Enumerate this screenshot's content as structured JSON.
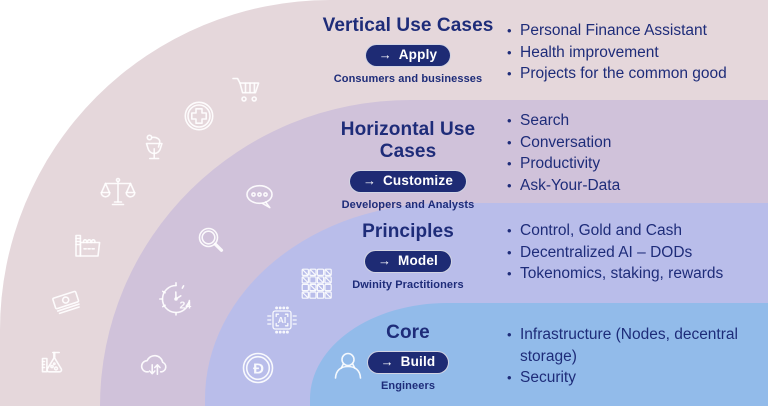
{
  "diagram": {
    "palette": {
      "text_navy": "#1e2c79",
      "pill_navy": "#1e2b74",
      "icon_white": "#ffffff"
    },
    "layers": [
      {
        "name": "vertical-use-cases",
        "title": "Vertical Use Cases",
        "arrow": "→",
        "action": "Apply",
        "audience": "Consumers and businesses",
        "color": "#e5d7db",
        "bullets": [
          "Personal Finance Assistant",
          "Health improvement",
          "Projects for the common good"
        ],
        "icons": [
          "shopping-cart",
          "medical-cross",
          "pharmacy-snake-cup",
          "justice-scales",
          "factory",
          "banknote-stack",
          "chemistry-flask"
        ]
      },
      {
        "name": "horizontal-use-cases",
        "title": "Horizontal Use Cases",
        "arrow": "→",
        "action": "Customize",
        "audience": "Developers and Analysts",
        "color": "#d0c2da",
        "bullets": [
          "Search",
          "Conversation",
          "Productivity",
          "Ask-Your-Data"
        ],
        "icons": [
          "chat-bubble",
          "magnifier",
          "clock-24",
          "cloud-transfer"
        ]
      },
      {
        "name": "principles",
        "title": "Principles",
        "arrow": "→",
        "action": "Model",
        "audience": "Dwinity Practitioners",
        "color": "#b9bdea",
        "bullets": [
          "Control, Gold and Cash",
          "Decentralized AI – DODs",
          "Tokenomics, staking, rewards"
        ],
        "icons": [
          "pattern-grid",
          "ai-chip",
          "d-coin"
        ]
      },
      {
        "name": "core",
        "title": "Core",
        "arrow": "→",
        "action": "Build",
        "audience": "Engineers",
        "color": "#92bbea",
        "bullets": [
          "Infrastructure (Nodes, decentral storage)",
          "Security"
        ],
        "icons": [
          "person"
        ]
      }
    ]
  }
}
